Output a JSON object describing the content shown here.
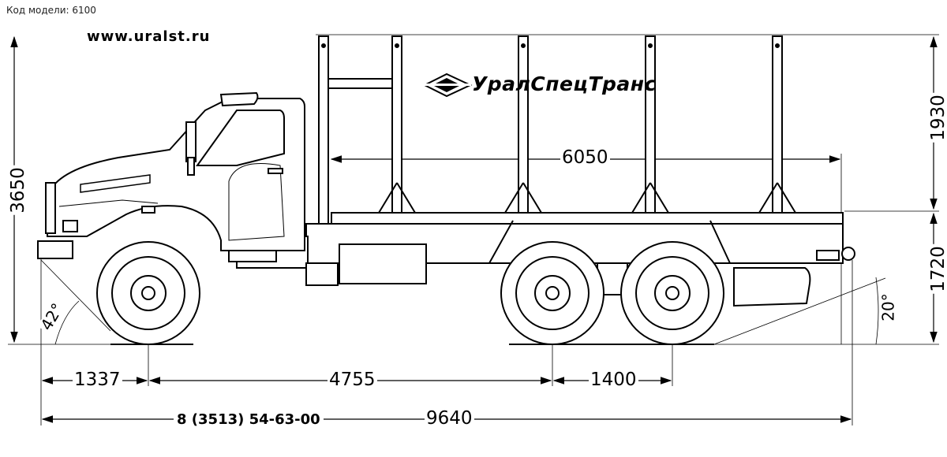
{
  "header": {
    "model_code": "Код модели: 6100",
    "website": "www.uralst.ru",
    "brand": "УралСпецТранс",
    "phone": "8 (3513) 54-63-00"
  },
  "dimensions": {
    "bunk_length": "6050",
    "total_height": "3650",
    "stake_height": "1930",
    "frame_height": "1720",
    "front_overhang": "1337",
    "wheelbase": "4755",
    "bogie_spacing": "1400",
    "overall_length": "9640"
  },
  "angles": {
    "approach": "42°",
    "departure": "20°"
  },
  "colors": {
    "line": "#000000",
    "background": "#ffffff"
  }
}
